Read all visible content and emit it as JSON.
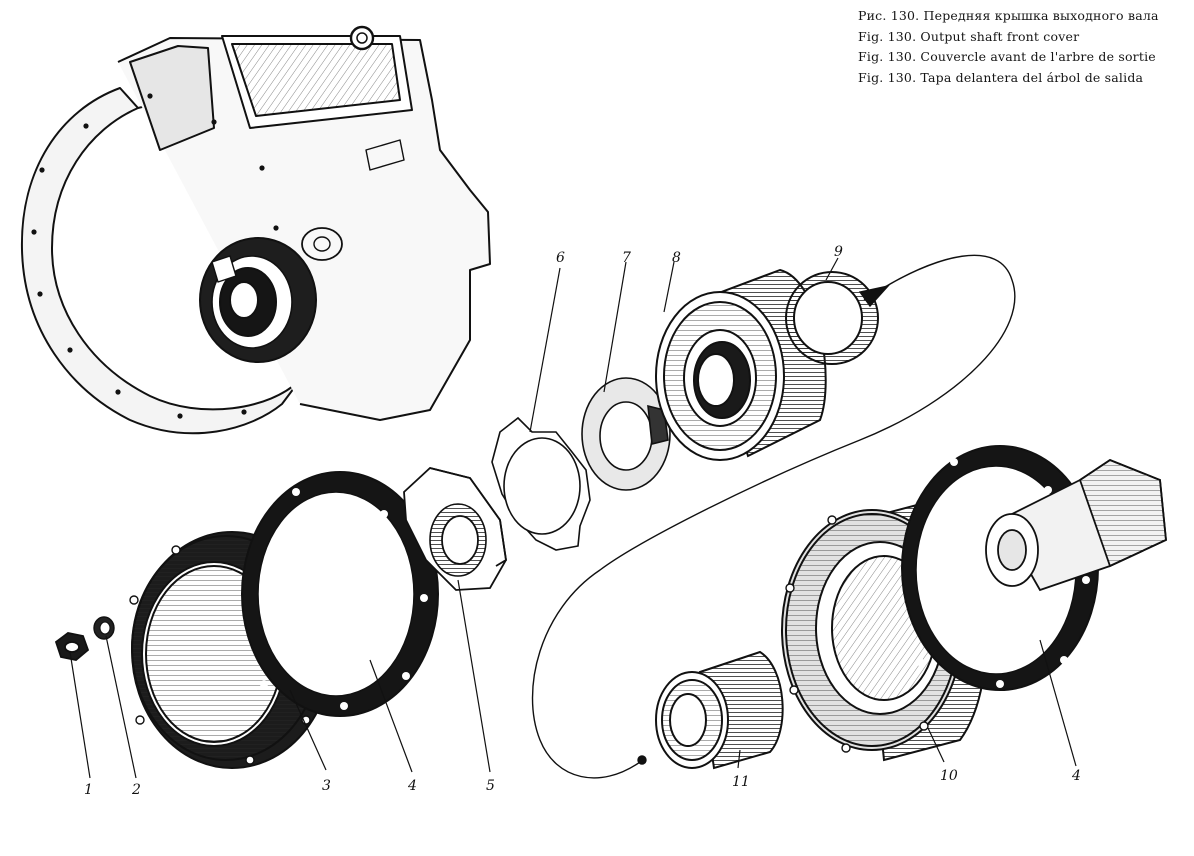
{
  "caption": {
    "ru": "Рис. 130. Передняя крышка выходного вала",
    "en": "Fig. 130. Output shaft front cover",
    "fr": "Fig. 130. Couvercle avant de l'arbre de sortie",
    "es": "Fig. 130. Tapa delantera del árbol de salida"
  },
  "callouts": {
    "n1": "1",
    "n2": "2",
    "n3": "3",
    "n4a": "4",
    "n5": "5",
    "n6": "6",
    "n7": "7",
    "n8": "8",
    "n9": "9",
    "n10": "10",
    "n11": "11",
    "n4b": "4"
  },
  "colors": {
    "ink": "#111111",
    "paper": "#ffffff",
    "shade": "#2a2a2a"
  }
}
